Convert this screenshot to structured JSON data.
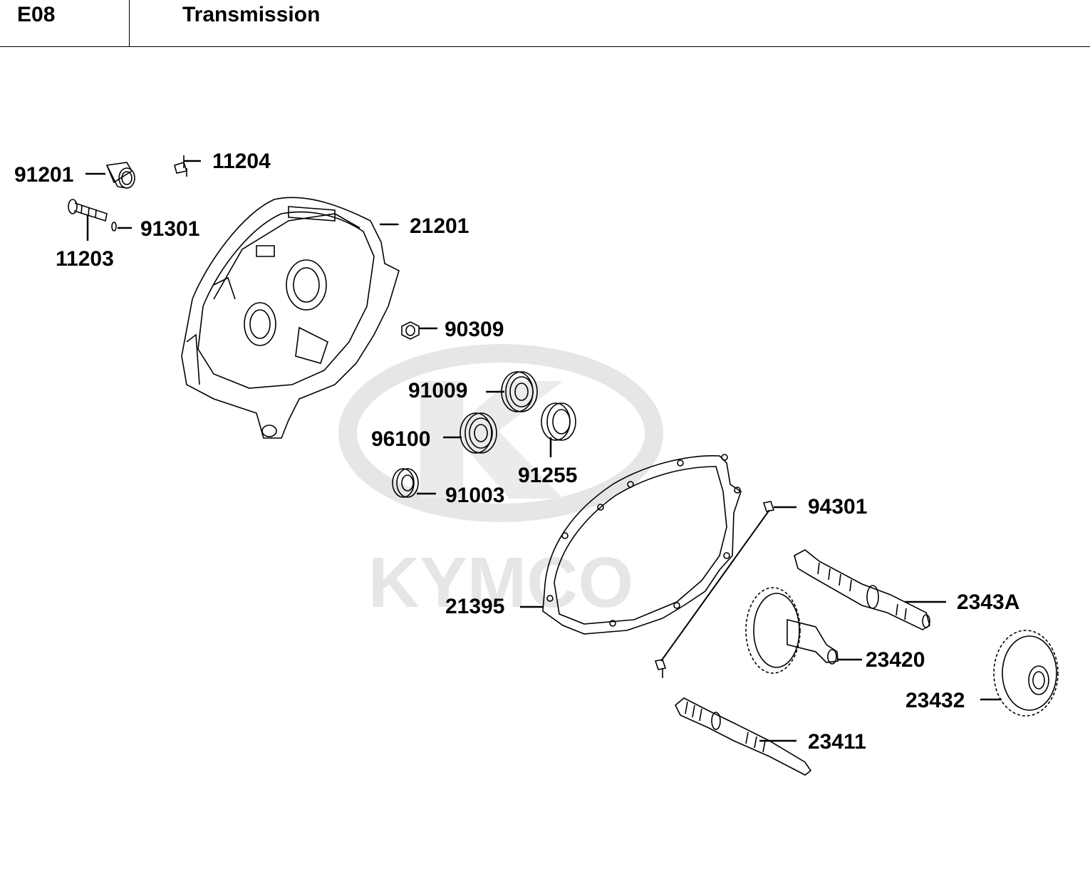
{
  "header": {
    "section_code": "E08",
    "section_title": "Transmission"
  },
  "watermark": {
    "text": "KYMCO",
    "color": "#e6e6e6"
  },
  "parts": [
    {
      "id": "91201"
    },
    {
      "id": "11204"
    },
    {
      "id": "91301"
    },
    {
      "id": "11203"
    },
    {
      "id": "21201"
    },
    {
      "id": "90309"
    },
    {
      "id": "91009"
    },
    {
      "id": "96100"
    },
    {
      "id": "91255"
    },
    {
      "id": "91003"
    },
    {
      "id": "94301"
    },
    {
      "id": "21395"
    },
    {
      "id": "2343A"
    },
    {
      "id": "23420"
    },
    {
      "id": "23432"
    },
    {
      "id": "23411"
    }
  ]
}
